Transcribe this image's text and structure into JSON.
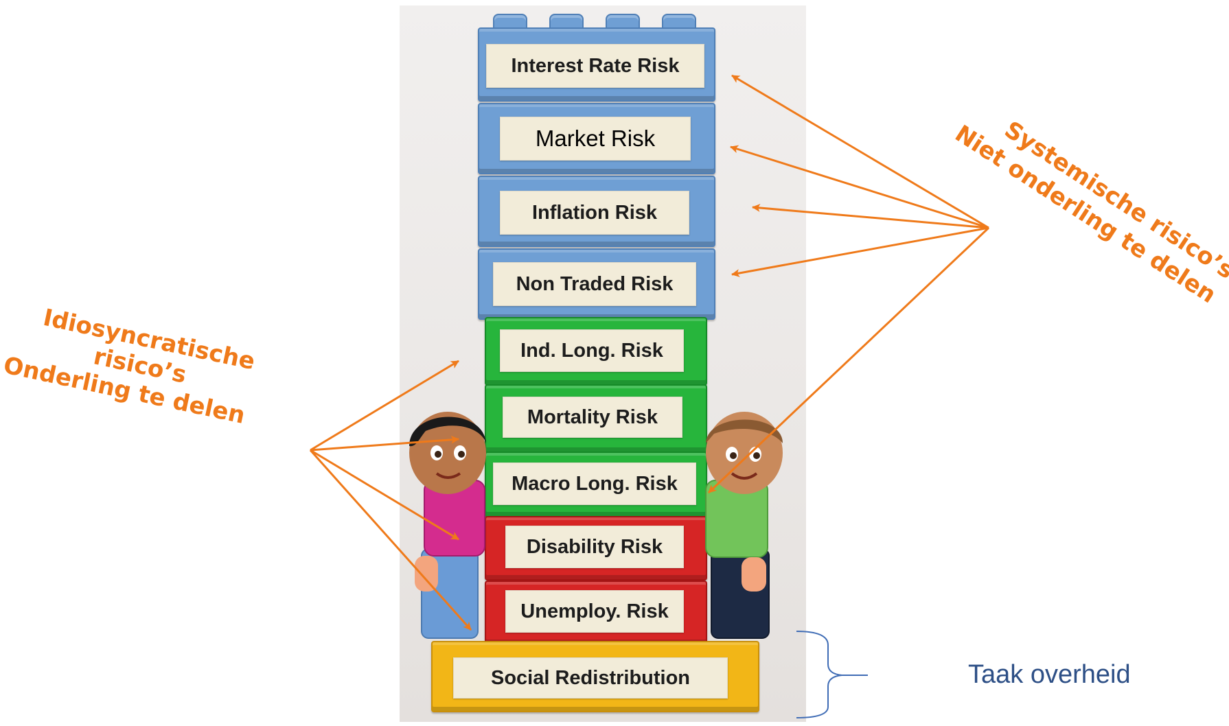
{
  "bricks": {
    "interest_rate": "Interest Rate Risk",
    "market": "Market Risk",
    "inflation": "Inflation Risk",
    "non_traded": "Non Traded Risk",
    "ind_long": "Ind. Long. Risk",
    "mortality": "Mortality Risk",
    "macro_long": "Macro Long. Risk",
    "disability": "Disability Risk",
    "unemploy": "Unemploy. Risk",
    "social": "Social Redistribution"
  },
  "annotations": {
    "idiosyncratic": [
      "Idiosyncratische",
      "risico’s",
      "Onderling te delen"
    ],
    "systemic": [
      "Systemische risico’s",
      "Niet onderling te delen"
    ],
    "government": "Taak overheid"
  },
  "colors": {
    "arrow": "#ef7a1a",
    "annotation_text": "#ef7a1a",
    "government_text": "#2d4f86",
    "bracket": "#3f6cb5",
    "brick_blue": "#6f9fd4",
    "brick_green": "#27b53c",
    "brick_red": "#d62525",
    "brick_yellow": "#f2b617"
  }
}
